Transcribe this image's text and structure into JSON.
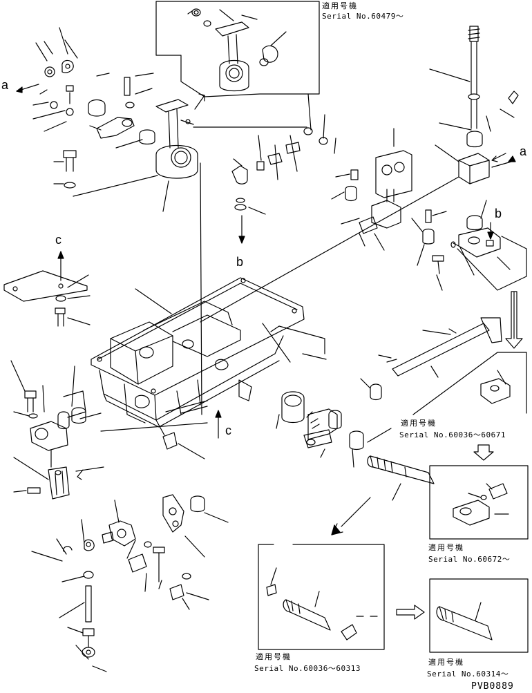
{
  "title_code": "PVB0889",
  "applicable_label": "適用号機",
  "serials": {
    "top": "Serial No.60479～",
    "right_middle": "Serial No.60036～60671",
    "right_lower": "Serial No.60672～",
    "bottom_middle": "Serial No.60036～60313",
    "bottom_right": "Serial No.60314～"
  },
  "view_letters": {
    "a_left": "a",
    "a_right": "a",
    "b_right": "b",
    "b_middle": "b",
    "c_left": "c",
    "c_bottom": "c"
  },
  "colors": {
    "ink": "#000000",
    "paper": "#ffffff"
  }
}
